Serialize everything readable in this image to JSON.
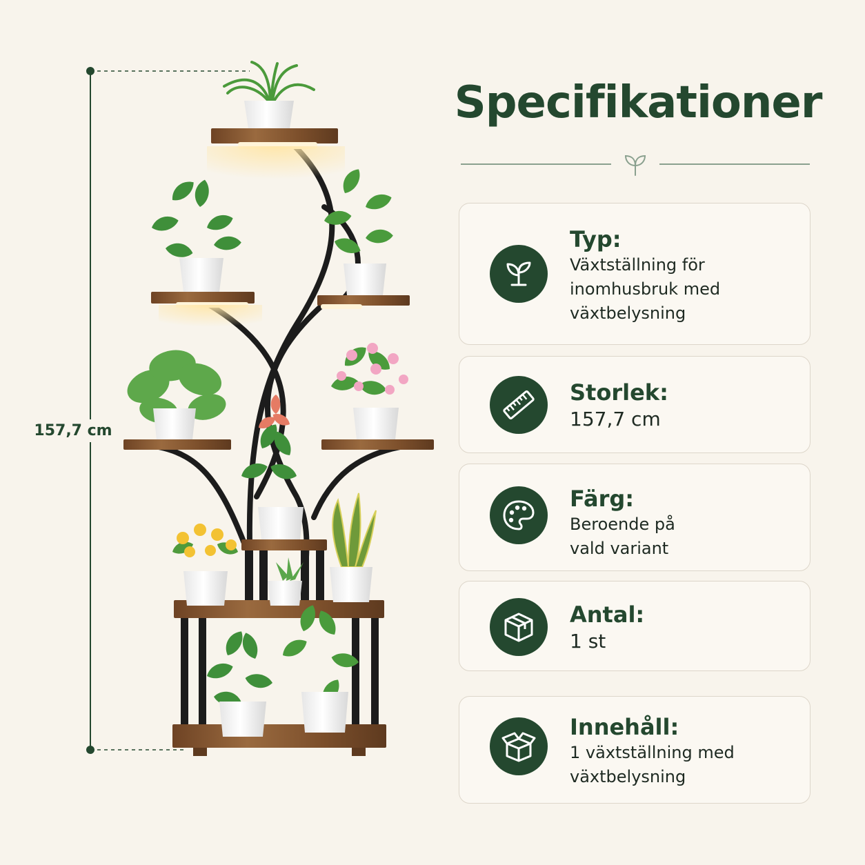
{
  "dimension": {
    "height_label": "157,7 cm"
  },
  "header": {
    "title": "Specifikationer",
    "divider_icon": "sprout-icon"
  },
  "specs": [
    {
      "id": "typ",
      "icon": "sprout-icon",
      "label": "Typ:",
      "value": "Växtställning för\ninomhusbruk med\nväxtbelysning"
    },
    {
      "id": "storlek",
      "icon": "ruler-icon",
      "label": "Storlek:",
      "value": "157,7 cm"
    },
    {
      "id": "farg",
      "icon": "palette-icon",
      "label": "Färg:",
      "value": "Beroende på\nvald variant"
    },
    {
      "id": "antal",
      "icon": "box-icon",
      "label": "Antal:",
      "value": "1 st"
    },
    {
      "id": "innehall",
      "icon": "open-box-icon",
      "label": "Innehåll:",
      "value": "1 växtställning med\nväxtbelysning"
    }
  ],
  "colors": {
    "background": "#f8f4ec",
    "accent_green": "#24482f",
    "card_border": "#ddd6ca",
    "wood": "#8a5a34",
    "metal": "#1c1c1c",
    "pot": "#ffffff",
    "leaf": "#3f8f3a"
  }
}
